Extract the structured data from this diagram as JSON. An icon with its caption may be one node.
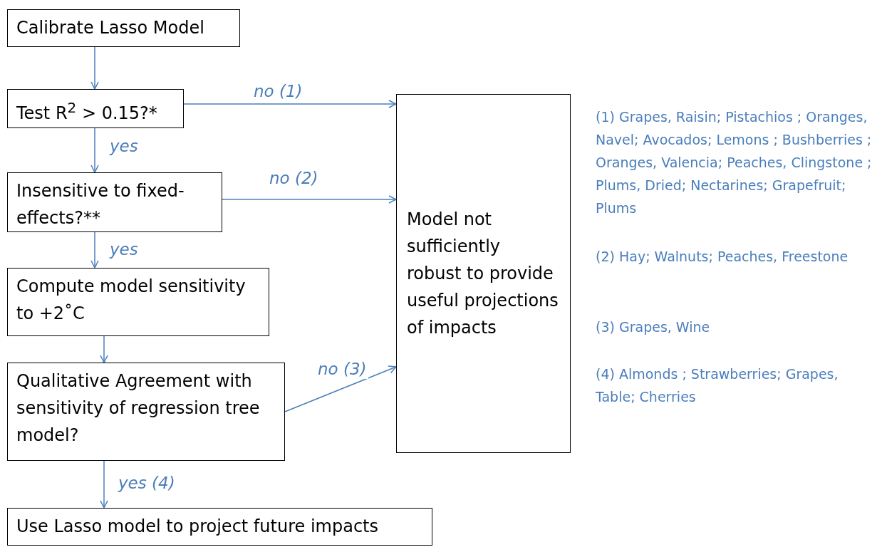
{
  "diagram": {
    "nodes": [
      {
        "text": [
          "Calibrate Lasso Model"
        ]
      },
      {
        "text": [
          "Test R$^{2}$ > 0.15?*"
        ]
      },
      {
        "text": [
          "Insensitive to fixed-effects?**"
        ]
      },
      {
        "text": [
          "Compute model sensitivity to +2˚C"
        ]
      },
      {
        "text": [
          "Qualitative Agreement with sensitivity of regression tree model?"
        ]
      },
      {
        "text": [
          "Use Lasso model to project future impacts"
        ]
      },
      {
        "text": [
          "Model not sufficiently robust to provide useful projections of impacts"
        ]
      }
    ],
    "edges": [
      {
        "from": 0,
        "to": 1,
        "arrow": "to"
      },
      {
        "from": 1,
        "to": 2,
        "arrow": "to",
        "label": "yes"
      },
      {
        "from": 2,
        "to": 3,
        "arrow": "to",
        "label": "yes"
      },
      {
        "from": 3,
        "to": 4,
        "arrow": "to"
      },
      {
        "from": 4,
        "to": 5,
        "arrow": "to",
        "label": "yes (4)"
      },
      {
        "from": 1,
        "to": 6,
        "arrow": "to",
        "label": "no (1)"
      },
      {
        "from": 2,
        "to": 6,
        "arrow": "to",
        "label": "no (2)"
      },
      {
        "from": 4,
        "to": 6,
        "arrow": "to",
        "label": "no (3)"
      }
    ],
    "labels": [
      "(1) Grapes, Raisin; Pistachios ; Oranges, Navel; Avocados; Lemons ; Bushberries ; Oranges, Valencia; Peaches, Clingstone ; Plums, Dried; Nectarines; Grapefruit; Plums",
      "(2) Hay; Walnuts; Peaches, Freestone",
      "(3) Grapes, Wine",
      "(4) Almonds ; Strawberries; Grapes, Table; Cherries"
    ]
  }
}
